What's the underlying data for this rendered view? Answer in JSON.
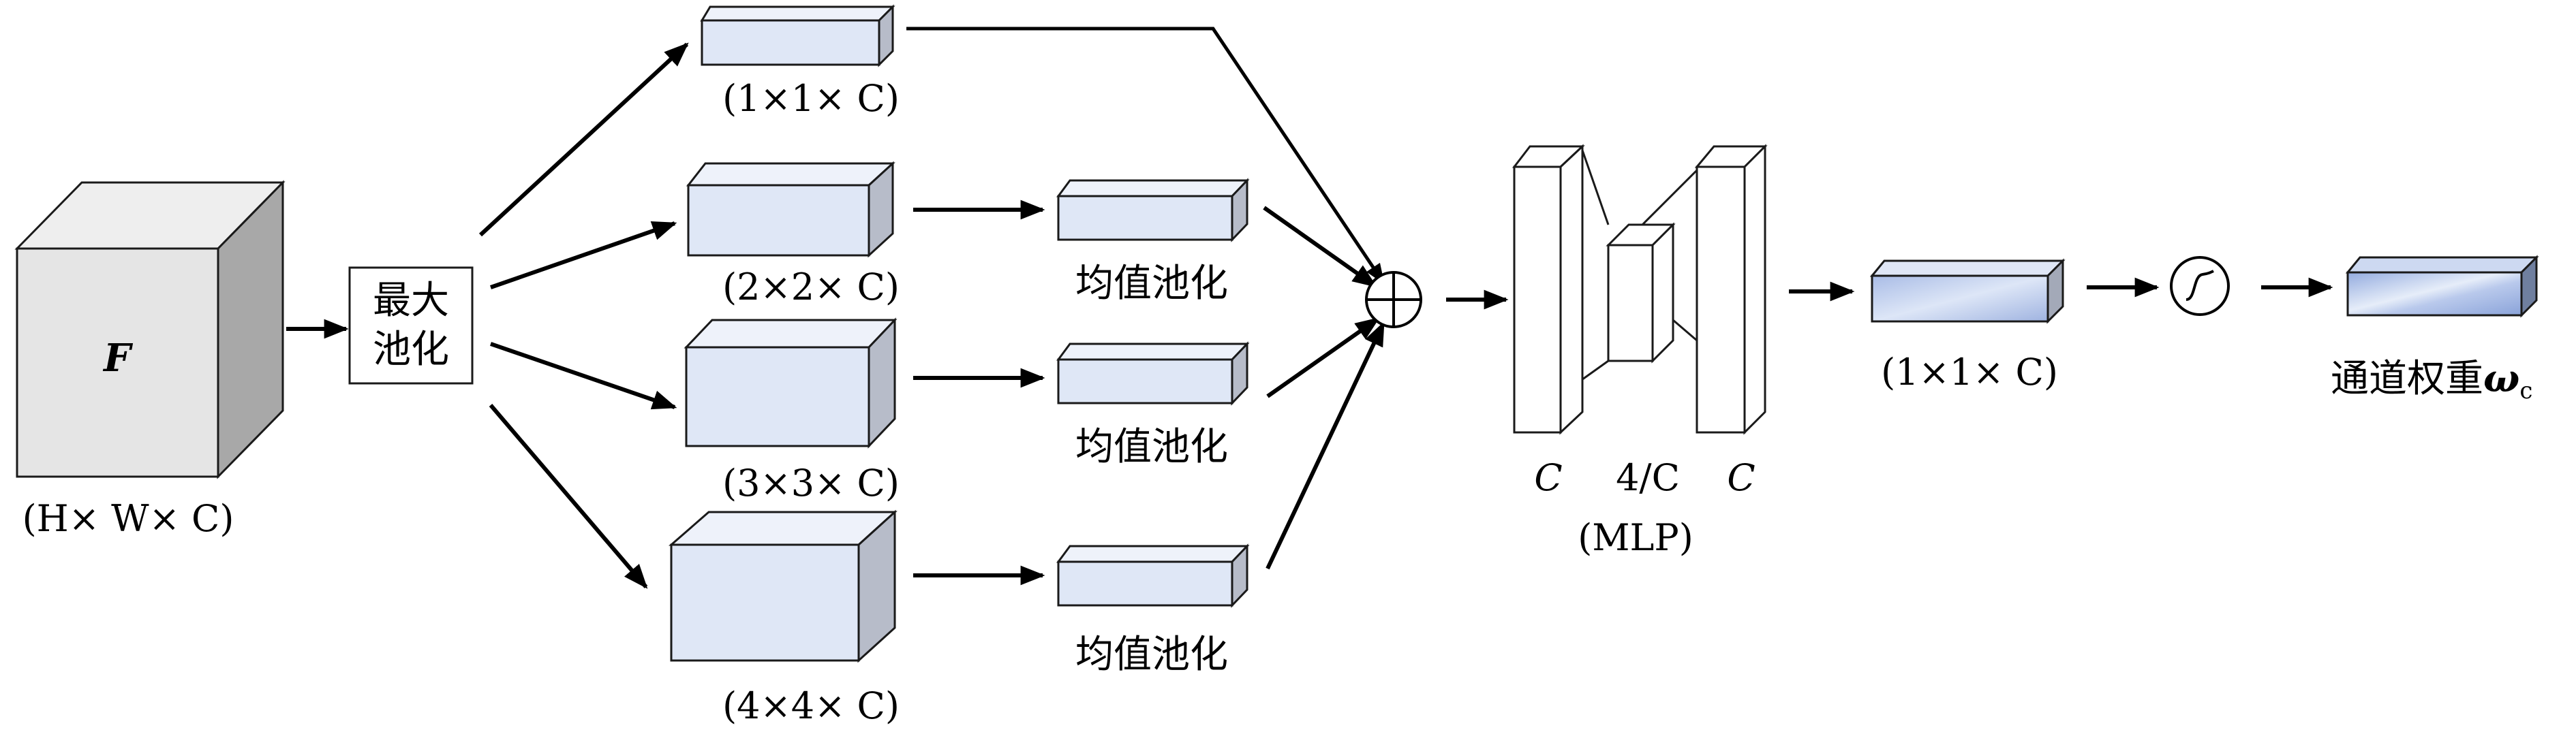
{
  "input": {
    "symbol": "F",
    "dims": "(H× W× C)"
  },
  "maxpool_label": {
    "line1": "最大",
    "line2": "池化"
  },
  "branches": [
    {
      "dims": "(1×1× C)"
    },
    {
      "dims": "(2×2× C)",
      "pool_label": "均值池化"
    },
    {
      "dims": "(3×3× C)",
      "pool_label": "均值池化"
    },
    {
      "dims": "(4×4× C)",
      "pool_label": "均值池化"
    }
  ],
  "sum_symbol": "⊕",
  "mlp": {
    "label_left": "C",
    "label_middle": "4/C",
    "label_right": "C",
    "caption": "(MLP)"
  },
  "fc_output": {
    "dims": "(1×1× C)"
  },
  "sigmoid_symbol": "~",
  "output": {
    "label": "通道权重",
    "symbol": "ω",
    "subscript": "c"
  },
  "colors": {
    "cube_light": "#dfe7f6",
    "cube_top": "#eef2fa",
    "cube_side": "#b7bcc9",
    "input_front": "#e5e5e5",
    "input_side": "#a8a8a8",
    "stroke": "#1a1a1a"
  }
}
